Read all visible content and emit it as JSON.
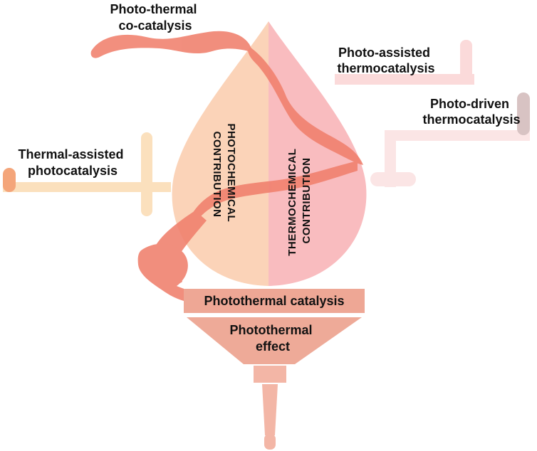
{
  "labels": {
    "photo_thermal_cocatalysis": [
      "Photo-thermal",
      "co-catalysis"
    ],
    "photo_assisted_thermocatalysis": [
      "Photo-assisted",
      "thermocatalysis"
    ],
    "photo_driven_thermocatalysis": [
      "Photo-driven",
      "thermocatalysis"
    ],
    "thermal_assisted_photocatalysis": [
      "Thermal-assisted",
      "photocatalysis"
    ],
    "photochemical_contribution": [
      "PHOTOCHEMICAL",
      "CONTRIBUTION"
    ],
    "thermochemical_contribution": [
      "THERMOCHEMICAL",
      "CONTRIBUTION"
    ],
    "photothermal_catalysis": "Photothermal catalysis",
    "photothermal_effect": [
      "Photothermal",
      "effect"
    ]
  },
  "colors": {
    "flame_left": "#fbd3b8",
    "flame_right": "#f9bcbf",
    "splash": "#f07f6c",
    "band": "#eea795",
    "funnel": "#eeaa98",
    "funnel_tube": "#f3b6a6",
    "pipe_left": "#fbe0bd",
    "pipe_right": "#fbdada",
    "pipe_grey": "#d8c3c3",
    "pipe_stub": "#f4a57a"
  }
}
